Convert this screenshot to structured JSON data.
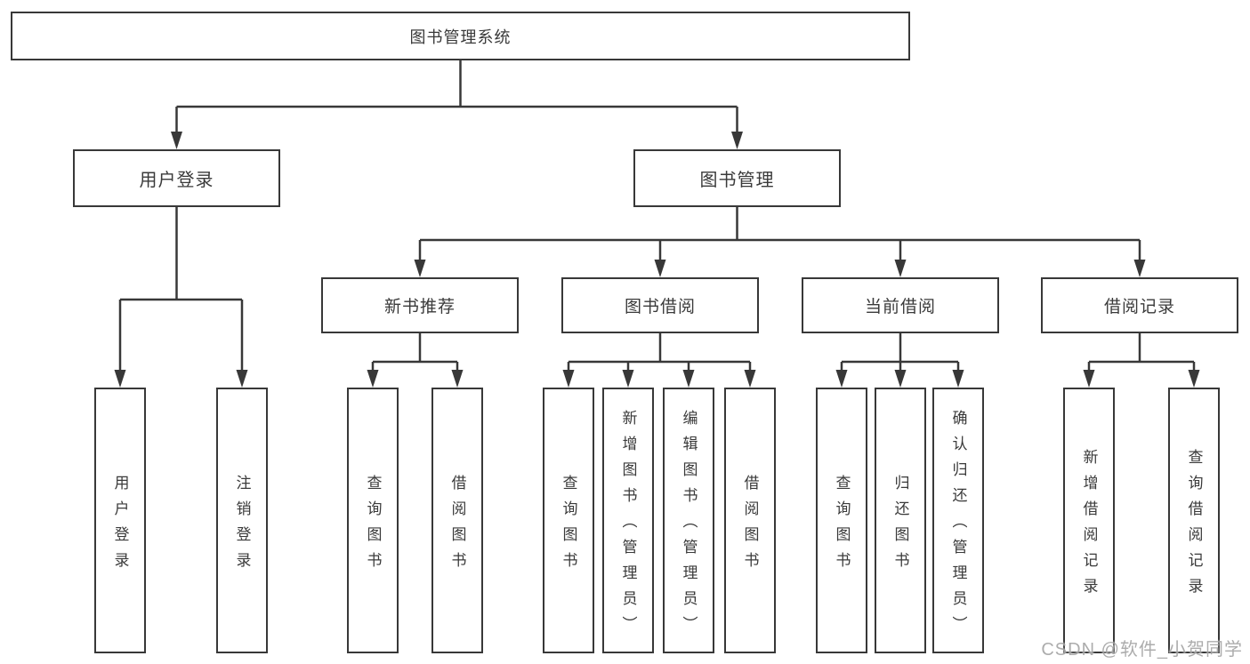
{
  "tree": {
    "root": "图书管理系统",
    "branches": [
      {
        "label": "用户登录",
        "children": [
          "用户登录",
          "注销登录"
        ]
      },
      {
        "label": "图书管理",
        "groups": [
          {
            "label": "新书推荐",
            "children": [
              "查询图书",
              "借阅图书"
            ]
          },
          {
            "label": "图书借阅",
            "children": [
              "查询图书",
              "新增图书（管理员）",
              "编辑图书（管理员）",
              "借阅图书"
            ]
          },
          {
            "label": "当前借阅",
            "children": [
              "查询图书",
              "归还图书",
              "确认归还（管理员）"
            ]
          },
          {
            "label": "借阅记录",
            "children": [
              "新增借阅记录",
              "查询借阅记录"
            ]
          }
        ]
      }
    ]
  },
  "watermark": {
    "text": "CSDN @软件_小贺同学"
  }
}
